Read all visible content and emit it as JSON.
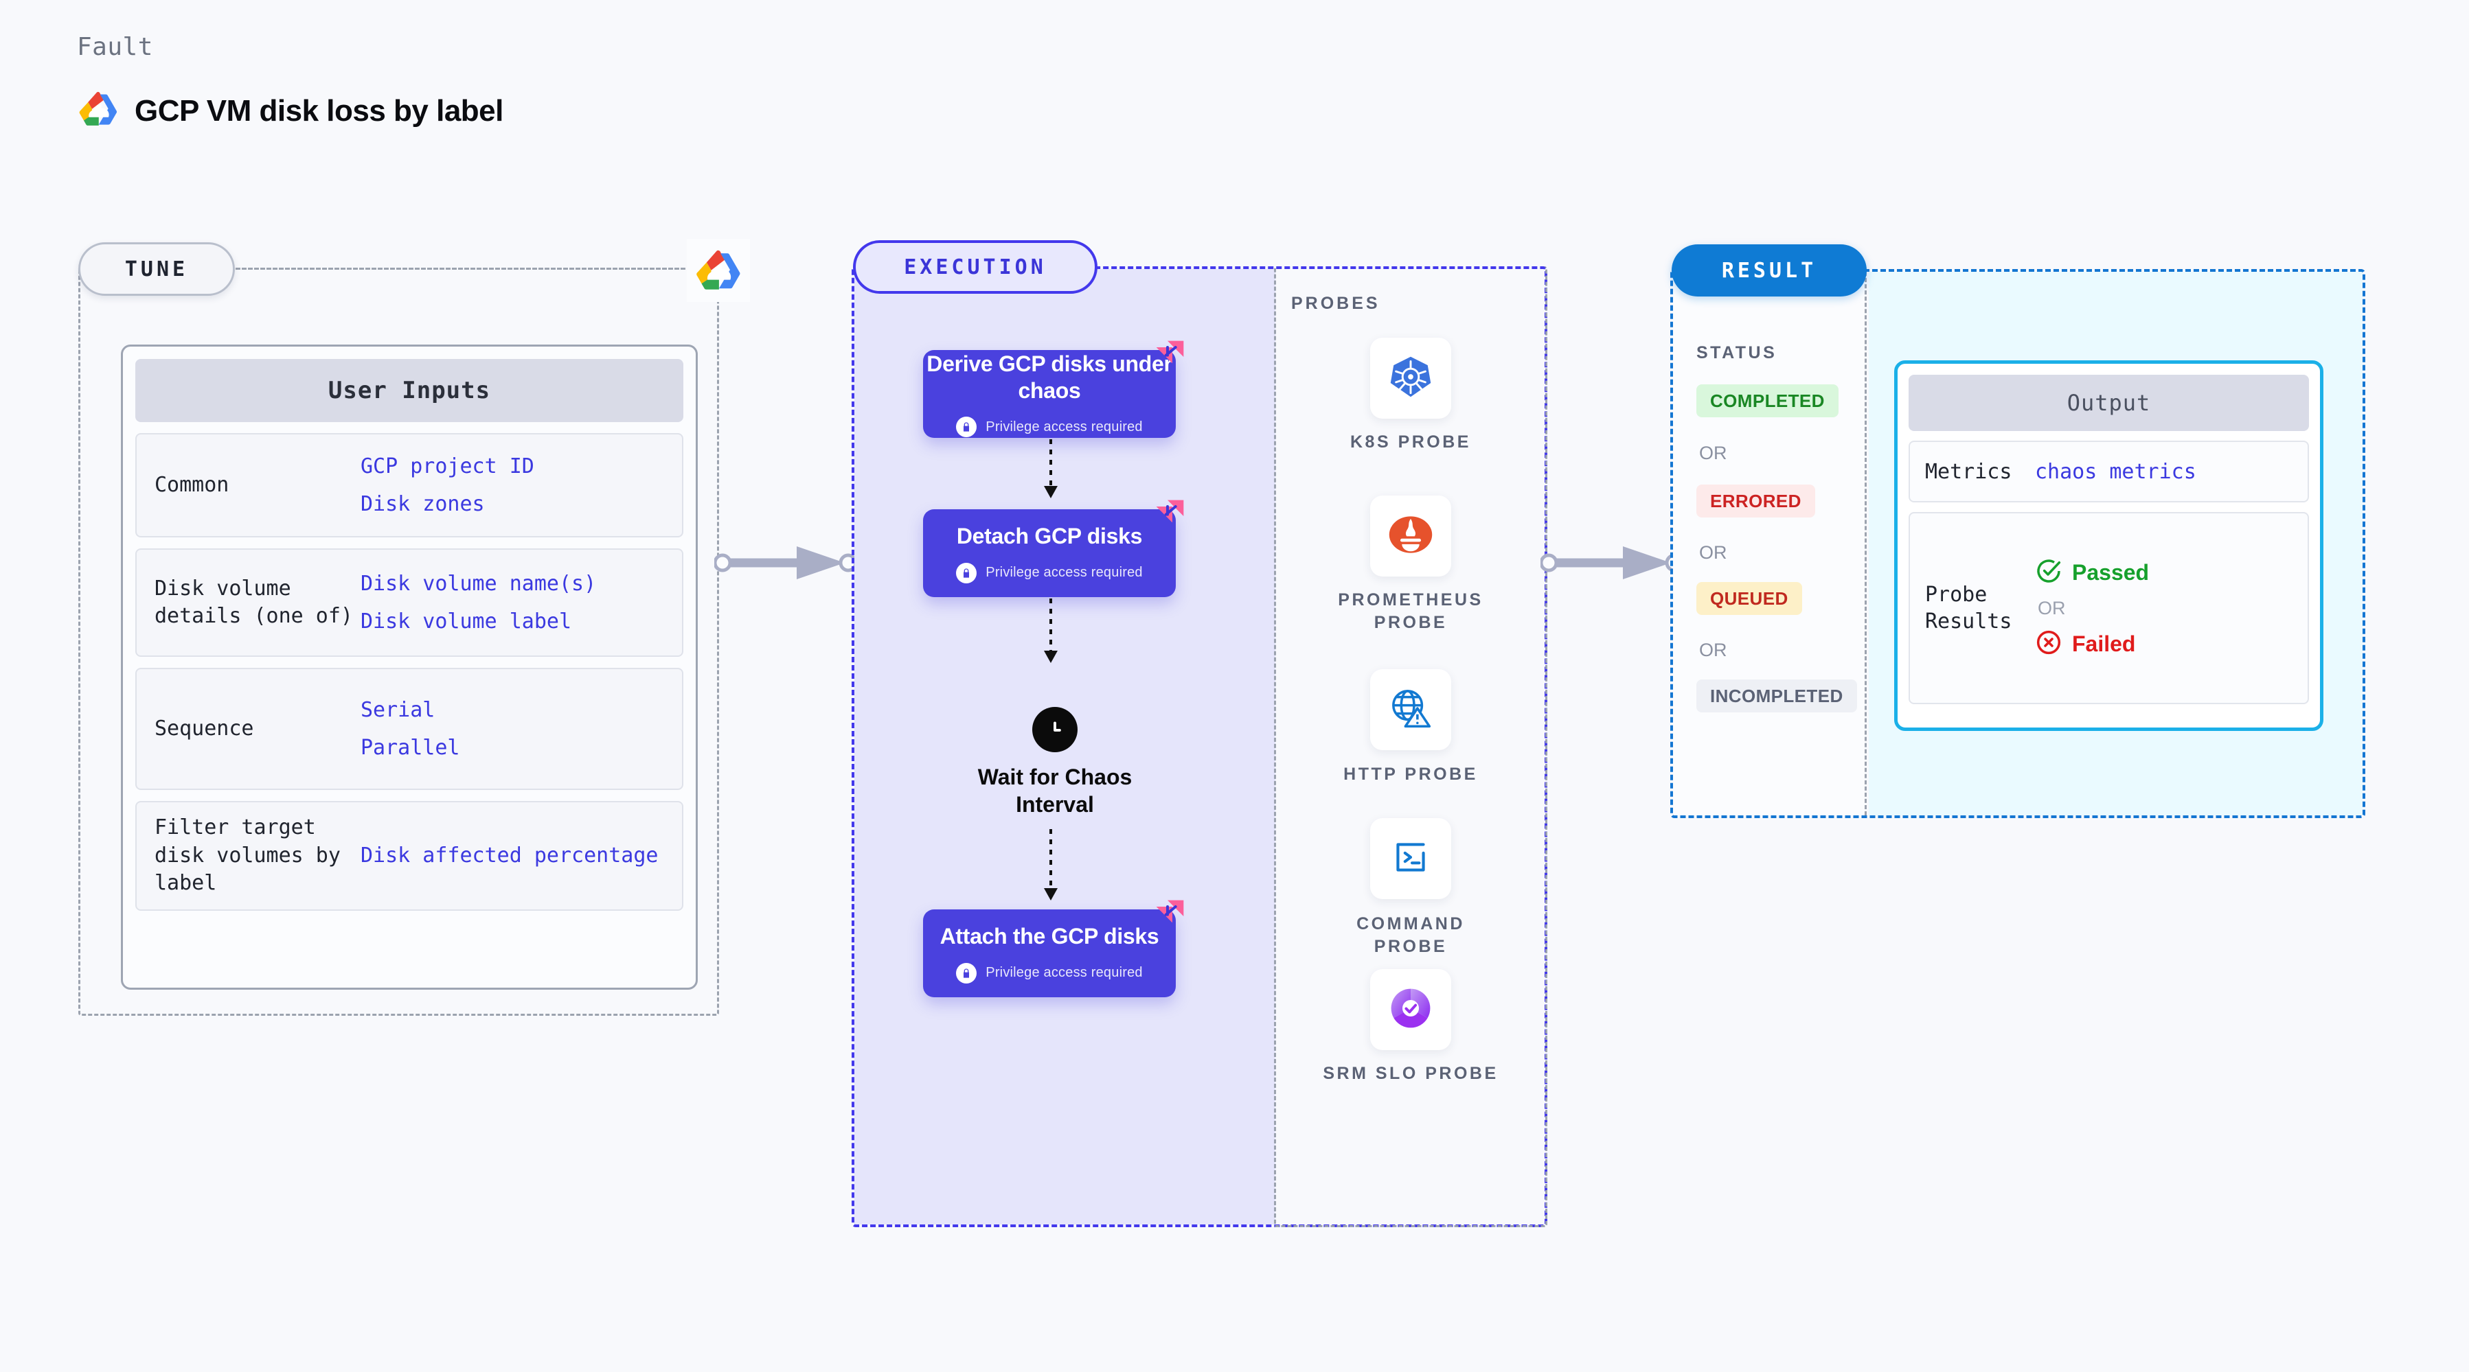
{
  "header": {
    "kicker": "Fault",
    "title": "GCP VM disk loss by label",
    "logo_icon": "gcp-logo-icon"
  },
  "tune": {
    "pill_label": "TUNE",
    "provider_icon": "gcp-logo-icon",
    "card_title": "User Inputs",
    "rows": [
      {
        "key": "Common",
        "values": [
          "GCP project ID",
          "Disk zones"
        ]
      },
      {
        "key": "Disk volume details (one of)",
        "values": [
          "Disk volume name(s)",
          "Disk volume label"
        ]
      },
      {
        "key": "Sequence",
        "values": [
          "Serial",
          "Parallel"
        ]
      },
      {
        "key": "Filter target disk volumes by label",
        "values": [
          "Disk affected percentage"
        ]
      }
    ]
  },
  "execution": {
    "pill_label": "EXECUTION",
    "privilege_note": "Privilege access required",
    "nodes": [
      {
        "title": "Derive GCP disks under chaos",
        "privilege": true,
        "fault_badge": true
      },
      {
        "title": "Detach GCP disks",
        "privilege": true,
        "fault_badge": true
      },
      {
        "title": "Attach the GCP disks",
        "privilege": true,
        "fault_badge": true
      }
    ],
    "wait": {
      "label": "Wait for Chaos Interval",
      "icon": "clock-icon"
    },
    "probes_label": "PROBES",
    "probes": [
      {
        "name": "K8S PROBE",
        "icon": "kubernetes-icon"
      },
      {
        "name": "PROMETHEUS PROBE",
        "icon": "prometheus-icon"
      },
      {
        "name": "HTTP PROBE",
        "icon": "http-globe-warning-icon"
      },
      {
        "name": "COMMAND PROBE",
        "icon": "terminal-icon"
      },
      {
        "name": "SRM SLO PROBE",
        "icon": "srm-slo-icon"
      }
    ]
  },
  "result": {
    "pill_label": "RESULT",
    "status_label": "STATUS",
    "or_label": "OR",
    "statuses": [
      {
        "label": "COMPLETED",
        "bg": "#d9f7dc",
        "fg": "#1a8724"
      },
      {
        "label": "ERRORED",
        "bg": "#fdeaea",
        "fg": "#cc2222"
      },
      {
        "label": "QUEUED",
        "bg": "#fdf0c8",
        "fg": "#c0291f"
      },
      {
        "label": "INCOMPLETED",
        "bg": "#eef0f5",
        "fg": "#5b6275"
      }
    ],
    "output": {
      "title": "Output",
      "metrics_key": "Metrics",
      "metrics_value": "chaos metrics",
      "probe_key": "Probe Results",
      "passed_label": "Passed",
      "failed_label": "Failed",
      "or_label": "OR"
    }
  },
  "colors": {
    "page_bg": "#f8f9fc",
    "tune_border": "#9ca3af",
    "execution_accent": "#4338ec",
    "execution_fill": "#e5e5fb",
    "result_accent": "#1476d2",
    "result_fill": "#eafaff",
    "node_fill": "#4a41de",
    "value_text": "#3b39e0",
    "fault_badge": "#fc5f9a",
    "passed": "#16a02c",
    "failed": "#e01b1b",
    "output_border": "#1bb0e8"
  }
}
